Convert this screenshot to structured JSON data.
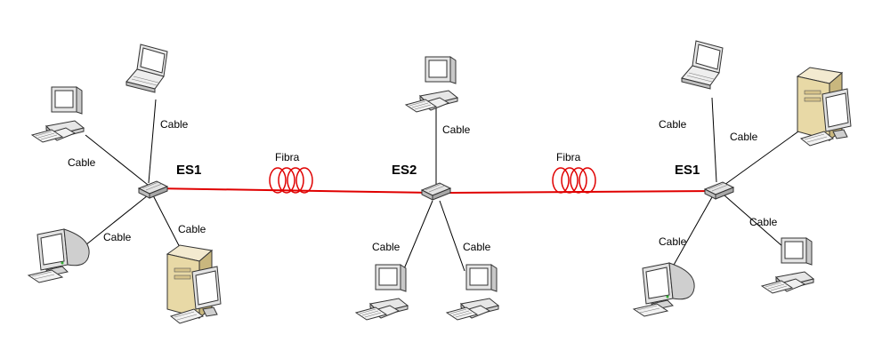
{
  "hubs": {
    "left": {
      "label": "ES1"
    },
    "center": {
      "label": "ES2"
    },
    "right": {
      "label": "ES1"
    }
  },
  "fibers": {
    "left": {
      "label": "Fibra"
    },
    "right": {
      "label": "Fibra"
    }
  },
  "cables": {
    "l1": "Cable",
    "l2": "Cable",
    "l3": "Cable",
    "l4": "Cable",
    "c1": "Cable",
    "c2": "Cable",
    "c3": "Cable",
    "r1": "Cable",
    "r2": "Cable",
    "r3": "Cable",
    "r4": "Cable"
  },
  "colors": {
    "fiber": "#e00000",
    "cable": "#000000",
    "tower": "#e8d9a6"
  },
  "icons": {
    "laptop": "laptop-icon",
    "desktop": "desktop-computer-icon",
    "tower": "tower-workstation-icon",
    "crt": "crt-monitor-icon",
    "hub": "network-switch-icon",
    "coil": "fiber-coil-icon"
  }
}
